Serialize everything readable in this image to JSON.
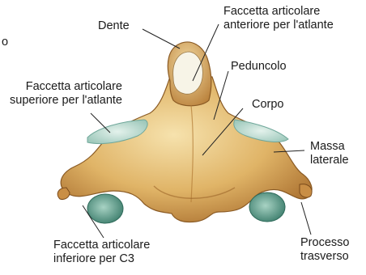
{
  "figure": {
    "edge_fragment": "o",
    "labels": {
      "dente": "Dente",
      "facet_anterior_1": "Faccetta articolare",
      "facet_anterior_2": "anteriore per l'atlante",
      "peduncolo": "Peduncolo",
      "facet_superior_1": "Faccetta articolare",
      "facet_superior_2": "superiore per l'atlante",
      "corpo": "Corpo",
      "massa_1": "Massa",
      "massa_2": "laterale",
      "facet_inferior_1": "Faccetta articolare",
      "facet_inferior_2": "inferiore per C3",
      "processo_1": "Processo",
      "processo_2": "trasverso"
    },
    "colors": {
      "bone_light": "#f3dca0",
      "bone_mid": "#d9a95a",
      "bone_dark": "#9a6226",
      "cartilage": "#cfe7df",
      "cartilage_dark": "#6fa79a",
      "leader": "#222222"
    }
  }
}
